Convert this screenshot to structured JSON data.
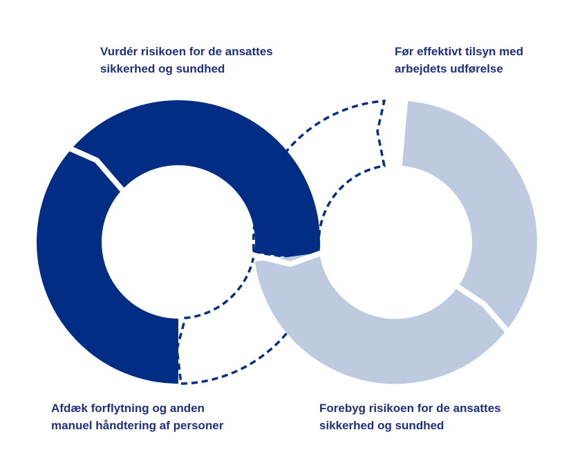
{
  "labels": {
    "top_left": [
      "Vurdér risikoen for de ansattes",
      "sikkerhed og sundhed"
    ],
    "top_right": [
      "Før effektivt tilsyn med",
      "arbejdets udførelse"
    ],
    "bottom_left": [
      "Afdæk forflytning og anden",
      "manuel håndtering af personer"
    ],
    "bottom_right": [
      "Forebyg risikoen for de ansattes",
      "sikkerhed og sundhed"
    ]
  },
  "colors": {
    "dark": "#012d84",
    "light": "#bdcadf",
    "text": "#1d2f7e"
  }
}
